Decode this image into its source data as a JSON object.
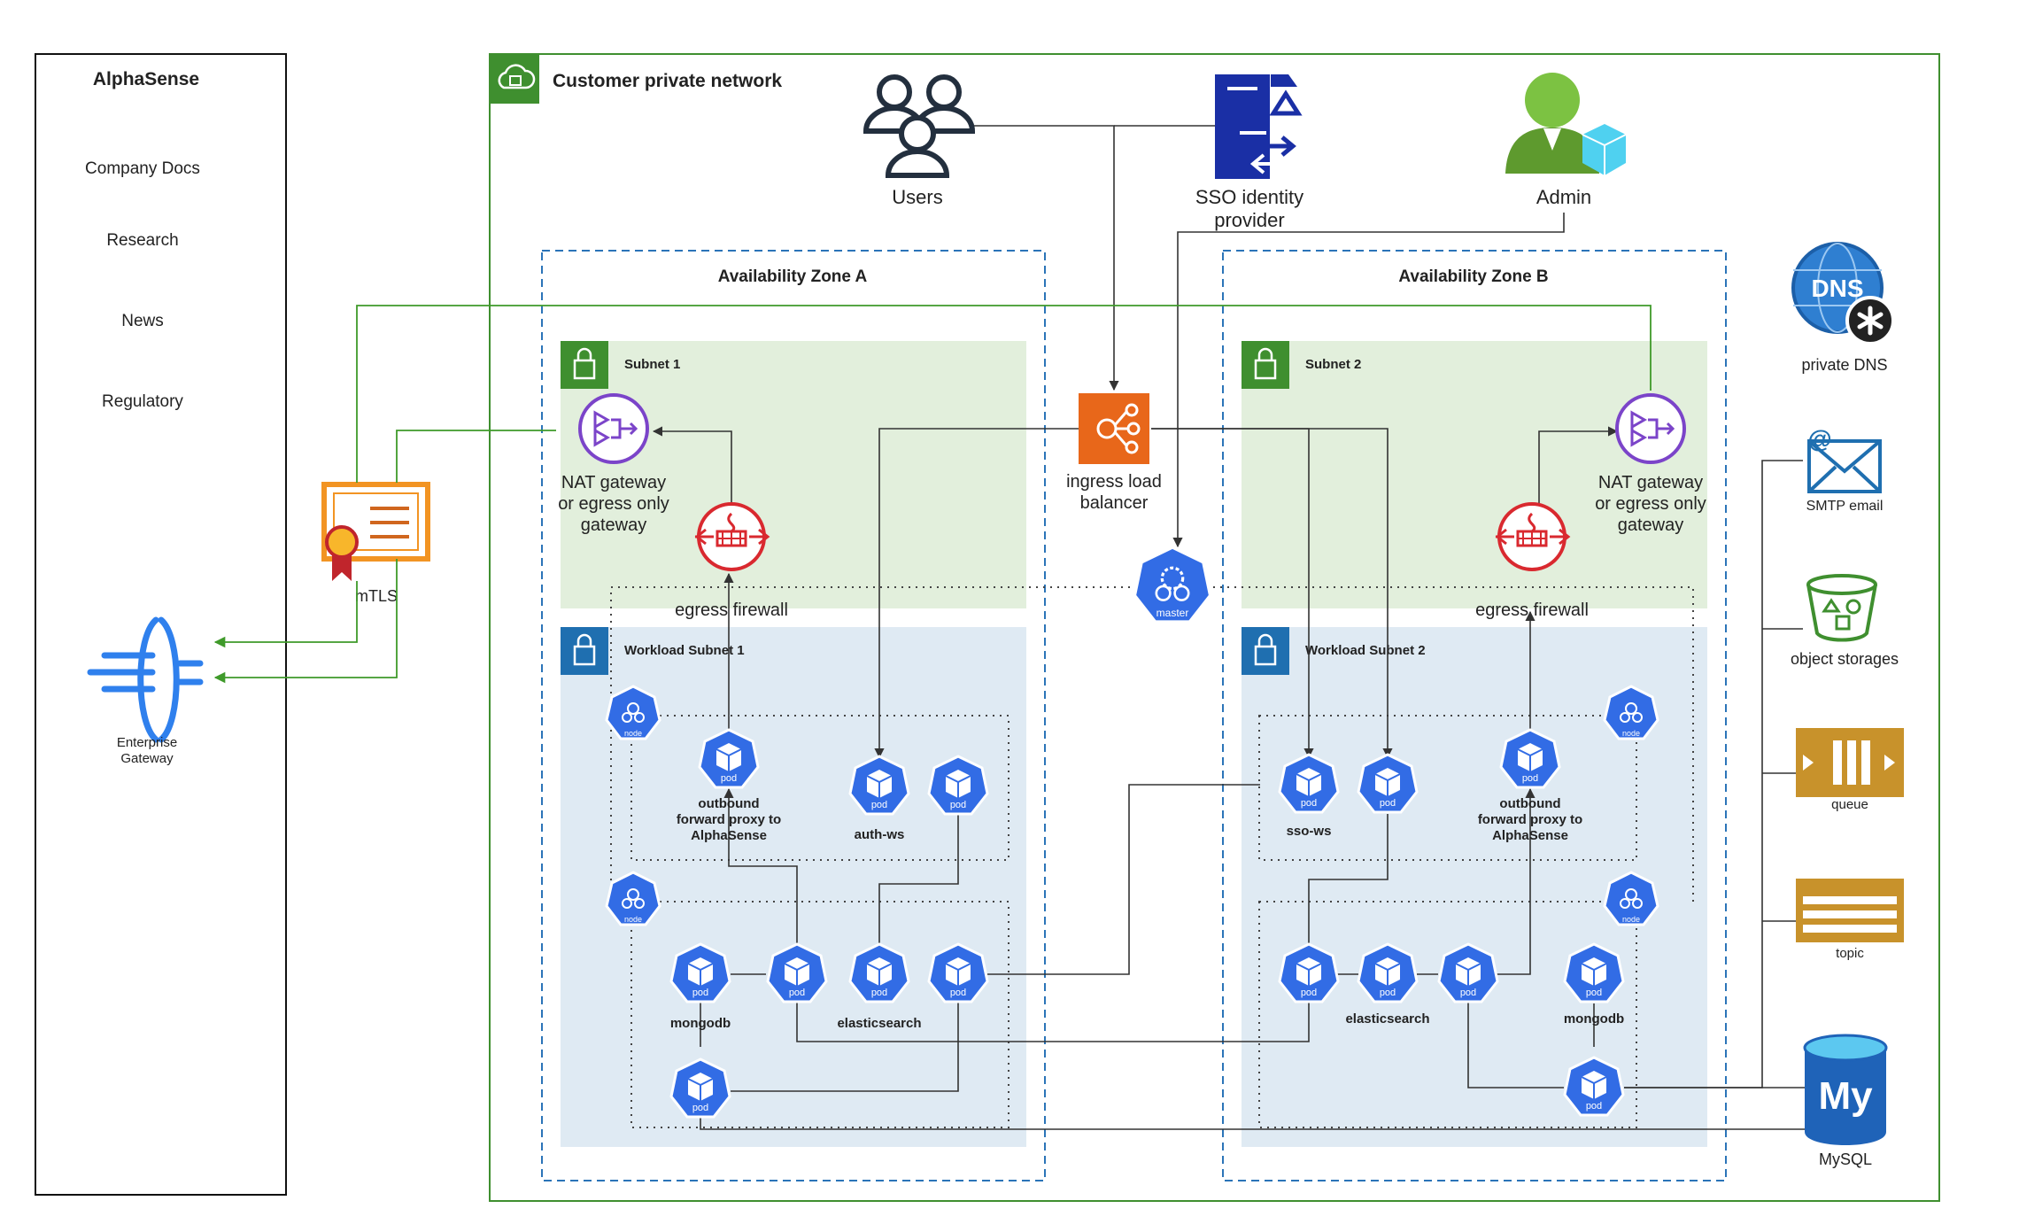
{
  "alphasense": {
    "title": "AlphaSense",
    "items": [
      "Company Docs",
      "Research",
      "News",
      "Regulatory"
    ]
  },
  "enterprise_gateway": {
    "line1": "Enterprise",
    "line2": "Gateway"
  },
  "mtls": {
    "label": "mTLS"
  },
  "customer_network": {
    "title": "Customer  private network"
  },
  "users": {
    "label": "Users"
  },
  "sso": {
    "line1": "SSO identity",
    "line2": "provider"
  },
  "admin": {
    "label": "Admin"
  },
  "ingress": {
    "line1": "ingress load",
    "line2": "balancer"
  },
  "master": {
    "label": "master"
  },
  "zone_a": {
    "title": "Availability Zone A",
    "subnet": "Subnet 1",
    "workload_subnet": "Workload Subnet 1",
    "nat": {
      "line1": "NAT gateway",
      "line2": "or egress only",
      "line3": "gateway"
    },
    "firewall": "egress firewall",
    "proxy": {
      "line1": "outbound",
      "line2": "forward proxy to",
      "line3": "AlphaSense"
    },
    "auth_ws": "auth-ws",
    "mongodb": "mongodb",
    "elasticsearch": "elasticsearch"
  },
  "zone_b": {
    "title": "Availability Zone B",
    "subnet": "Subnet 2",
    "workload_subnet": "Workload Subnet 2",
    "nat": {
      "line1": "NAT gateway",
      "line2": "or egress only",
      "line3": "gateway"
    },
    "firewall": "egress firewall",
    "proxy": {
      "line1": "outbound",
      "line2": "forward proxy to",
      "line3": "AlphaSense"
    },
    "sso_ws": "sso-ws",
    "mongodb": "mongodb",
    "elasticsearch": "elasticsearch"
  },
  "k8s": {
    "pod": "pod",
    "node": "node"
  },
  "services": {
    "dns_badge": "DNS",
    "dns": "private DNS",
    "smtp_symbol": "@",
    "smtp": "SMTP email",
    "object": "object storages",
    "queue": "queue",
    "topic": "topic",
    "mysql_badge": "My",
    "mysql": "MySQL"
  },
  "colors": {
    "green_border": "#3f8f2f",
    "subnet_green": "#e2efdc",
    "workload_blue": "#dfeaf3",
    "k8s_blue": "#326ce5",
    "ingress_orange": "#e8671a",
    "nat_purple": "#7b44c9",
    "firewall_red": "#d9292f",
    "aws_blue": "#1f77b4"
  }
}
